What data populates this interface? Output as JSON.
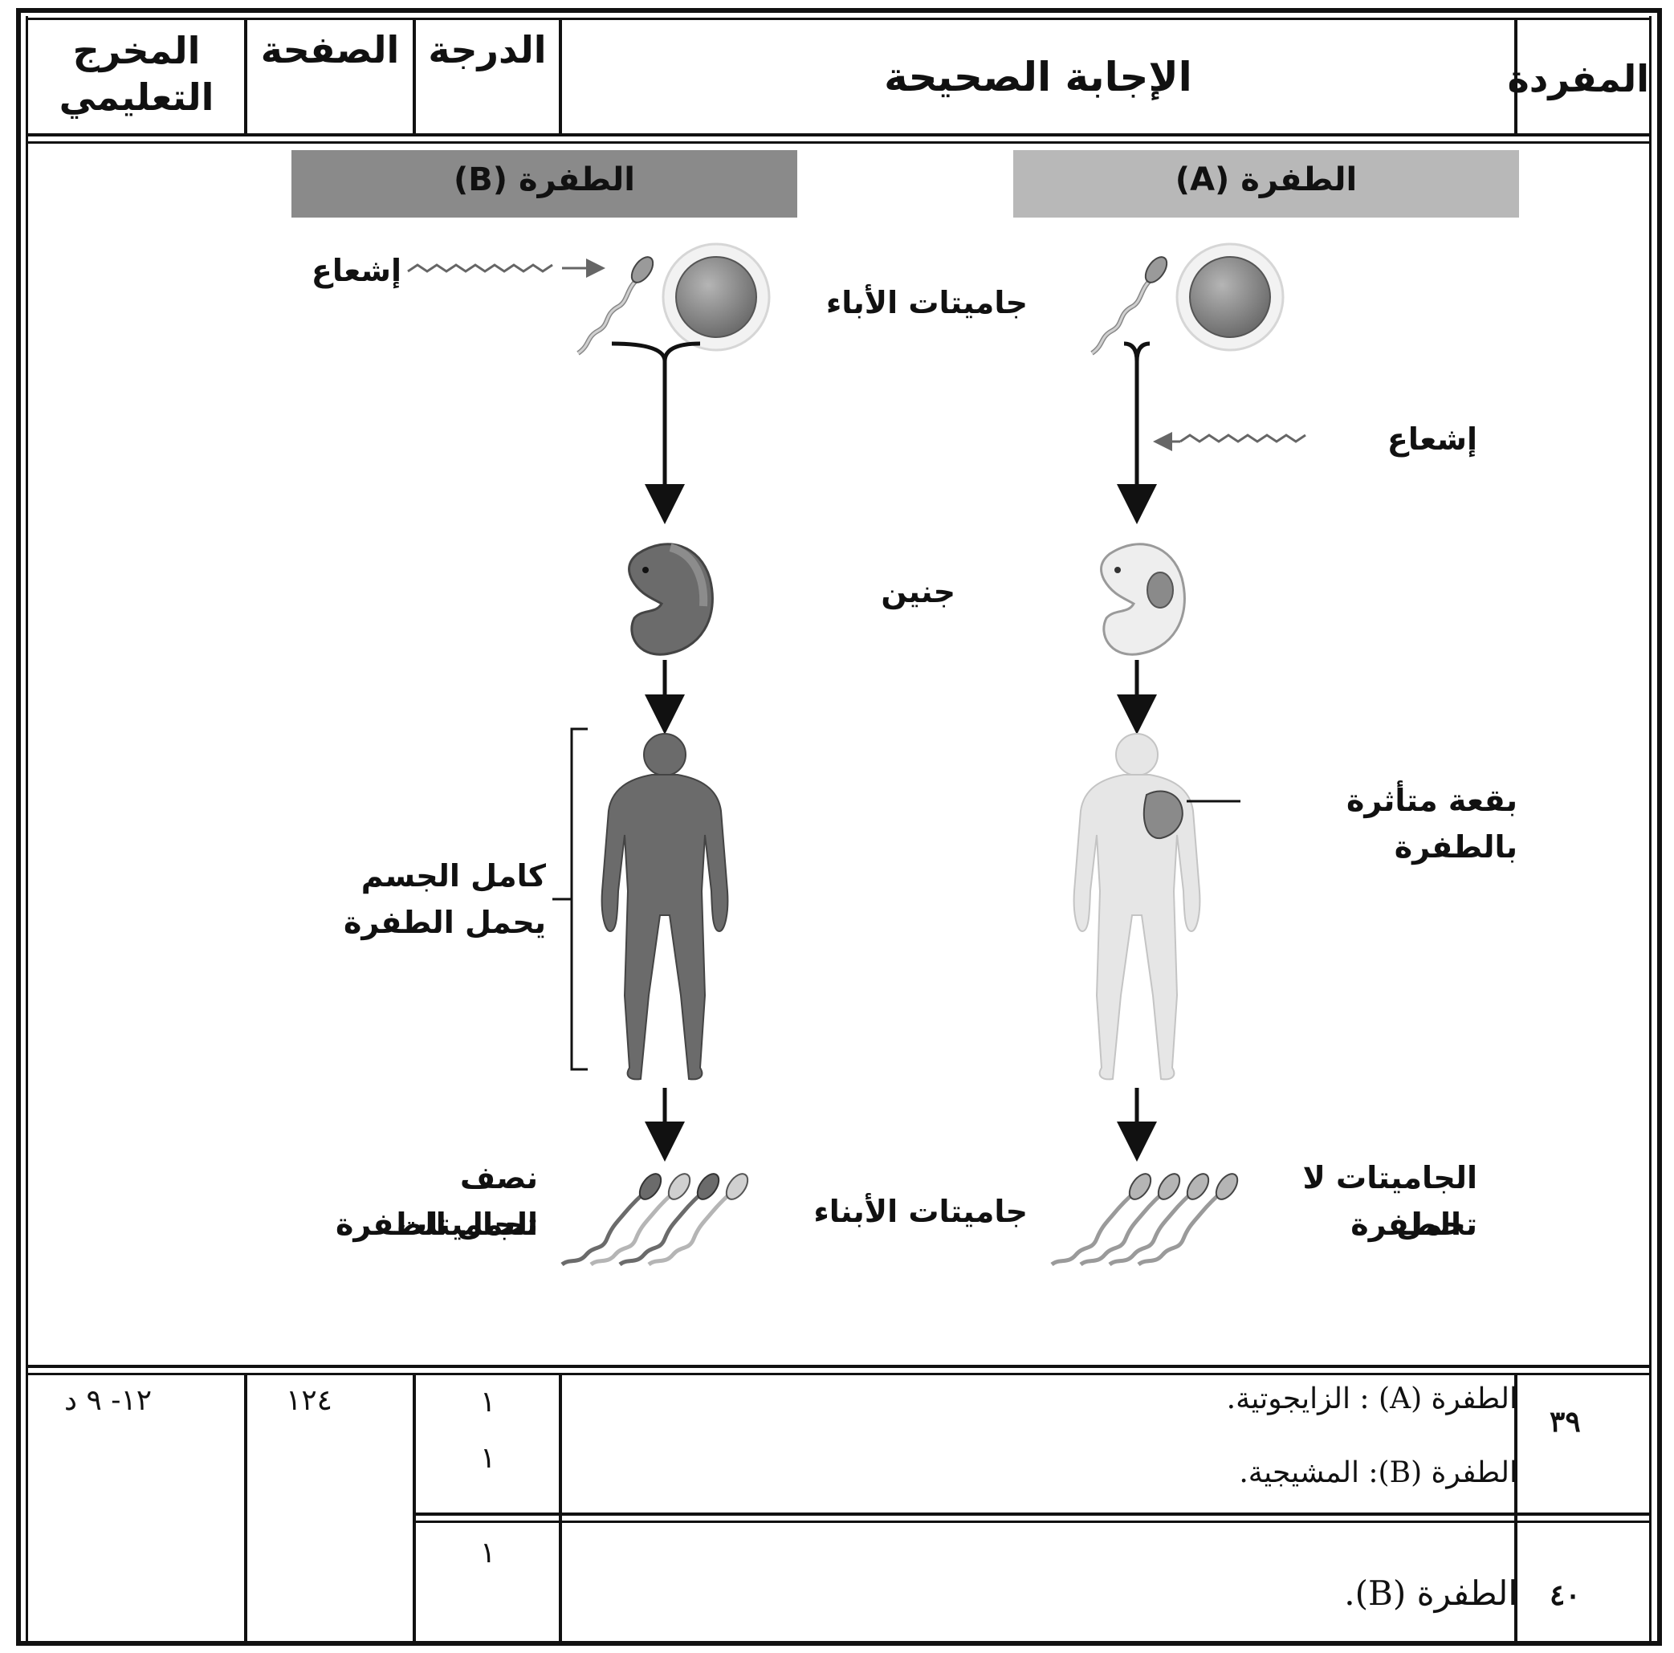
{
  "header": {
    "item": "المفردة",
    "answer": "الإجابة الصحيحة",
    "grade": "الدرجة",
    "page": "الصفحة",
    "outcome": "المخرج التعليمي"
  },
  "diagram": {
    "mutation_a_title": "الطفرة (A)",
    "mutation_b_title": "الطفرة (B)",
    "radiation_label": "إشعاع",
    "parent_gametes": "جاميتات الأباء",
    "embryo": "جنين",
    "affected_patch": "بقعة متأثرة بالطفرة",
    "whole_body_line1": "كامل الجسم",
    "whole_body_line2": "يحمل الطفرة",
    "offspring_gametes": "جاميتات الأبناء",
    "gametes_no_mutation_line1": "الجاميتات لا تحمل",
    "gametes_no_mutation_line2": "الطفرة",
    "half_gametes_line1": "نصف الجاميتات",
    "half_gametes_line2": "تحمل الطفرة",
    "colors": {
      "band_a": "#b8b8b8",
      "band_b": "#8a8a8a",
      "egg": "#8c8c8c",
      "dark_body": "#6b6b6b",
      "light_body": "#e6e6e6"
    }
  },
  "rows": [
    {
      "number": "٣٩",
      "answers": [
        "الطفرة (A) : الزايجوتية.",
        "الطفرة (B): المشيجية."
      ],
      "grades": [
        "١",
        "١"
      ],
      "page": "١٢٤",
      "outcome": "١٢- ٩ د"
    },
    {
      "number": "٤٠",
      "answers": [
        "الطفرة (B)."
      ],
      "grades": [
        "١"
      ]
    }
  ]
}
